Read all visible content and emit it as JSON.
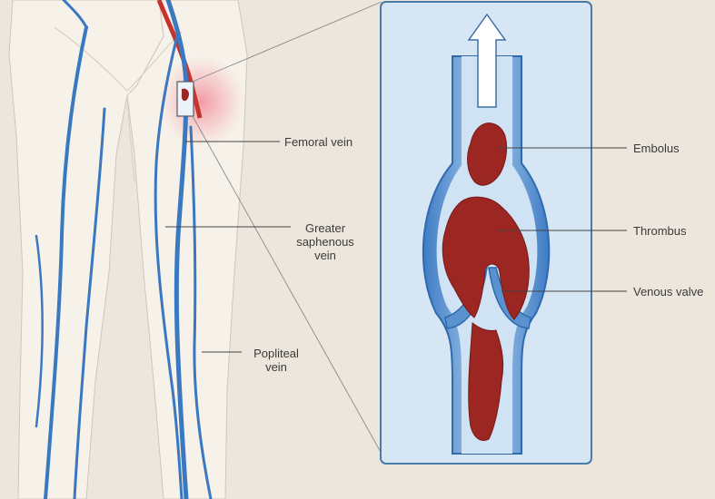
{
  "labels": {
    "femoral_vein": "Femoral vein",
    "greater_saphenous_vein": [
      "Greater",
      "saphenous",
      "vein"
    ],
    "popliteal_vein": [
      "Popliteal",
      "vein"
    ],
    "embolus": "Embolus",
    "thrombus": "Thrombus",
    "venous_valve": "Venous valve"
  },
  "colors": {
    "background": "#ece6dc",
    "skin": "#f6f2ea",
    "vein_blue": "#3a78c0",
    "artery_red": "#c8322e",
    "clot": "#9b2622",
    "inset_fill": "#d6e6f4",
    "inset_border": "#4a7aa8",
    "arrow": "#ffffff"
  }
}
